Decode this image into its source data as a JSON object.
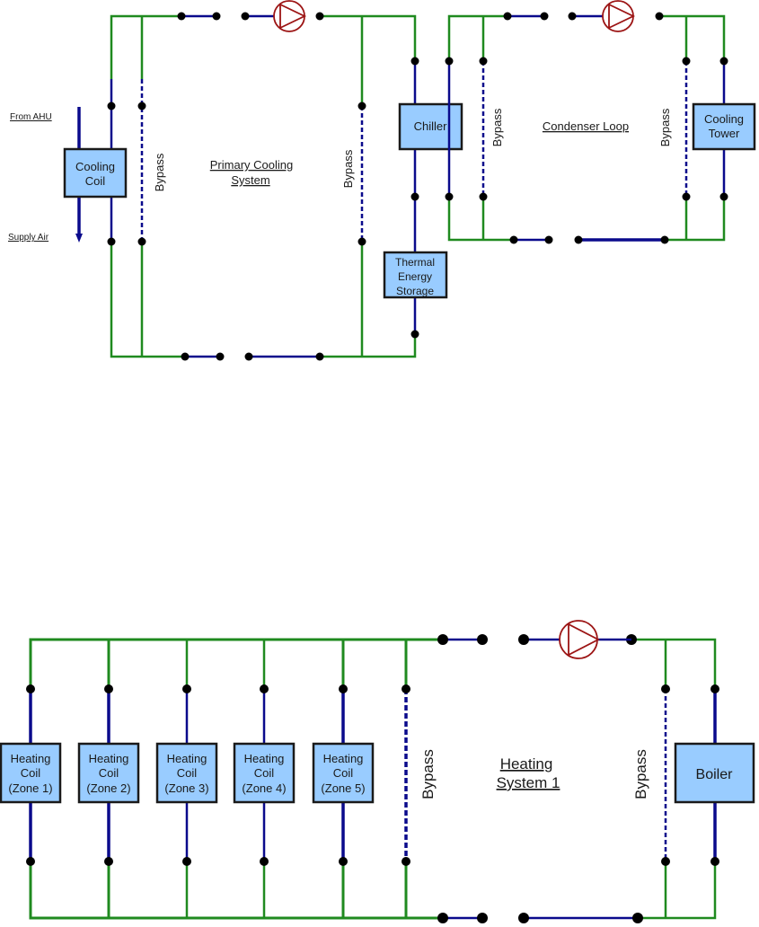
{
  "colors": {
    "supply_pipe": "#1f8a1f",
    "branch_pipe": "#0a0a8c",
    "component_fill": "#99ccff",
    "pump": "#9c1414",
    "node": "#000000"
  },
  "cooling": {
    "from_ahu": "From  AHU",
    "supply_air": "Supply Air",
    "cooling_coil": [
      "Cooling",
      "Coil"
    ],
    "primary_title": [
      "Primary Cooling",
      "System"
    ],
    "bypass_left": "Bypass",
    "bypass_right": "Bypass",
    "chiller": "Chiller",
    "tes": [
      "Thermal",
      "Energy",
      "Storage"
    ]
  },
  "condenser": {
    "title": "Condenser Loop",
    "bypass_left": "Bypass",
    "bypass_right": "Bypass",
    "cooling_tower": [
      "Cooling",
      "Tower"
    ]
  },
  "heating": {
    "title": [
      "Heating",
      "System 1"
    ],
    "bypass_left": "Bypass",
    "bypass_right": "Bypass",
    "boiler": "Boiler",
    "coils": [
      [
        "Heating",
        "Coil",
        "(Zone 1)"
      ],
      [
        "Heating",
        "Coil",
        "(Zone 2)"
      ],
      [
        "Heating",
        "Coil",
        "(Zone 3)"
      ],
      [
        "Heating",
        "Coil",
        "(Zone 4)"
      ],
      [
        "Heating",
        "Coil",
        "(Zone 5)"
      ]
    ]
  },
  "icons": {
    "pump": "pump-icon",
    "node": "pipe-node-icon"
  }
}
